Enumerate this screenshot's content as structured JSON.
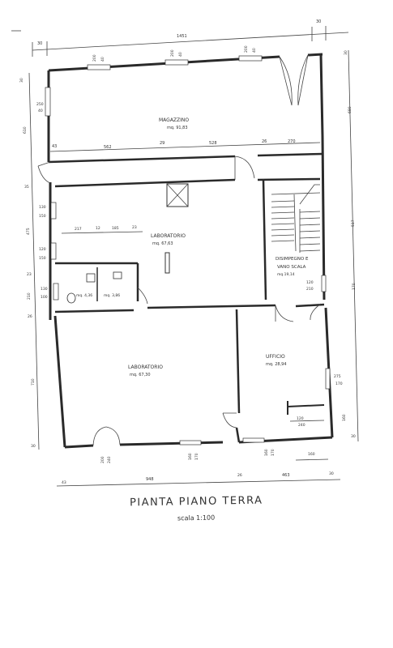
{
  "title": "PIANTA PIANO TERRA",
  "scale": "scala 1:100",
  "rooms": [
    {
      "name": "MAGAZZINO",
      "area": "mq. 91,83"
    },
    {
      "name": "LABORATORIO",
      "area": "mq. 67,63"
    },
    {
      "name": "DISIMPEGNO E",
      "name2": "VANO SCALA",
      "area": "mq.19,14"
    },
    {
      "name": "LABORATORIO",
      "area": "mq. 67,30"
    },
    {
      "name": "UFFICIO",
      "area": "mq. 28,94"
    },
    {
      "area": "mq. 4,36"
    },
    {
      "area": "mq. 3,86"
    }
  ],
  "dims": {
    "top_total": "1451",
    "top_30a": "30",
    "top_30b": "30",
    "win_a": "200",
    "win_b": "40",
    "row_562": "562",
    "row_29": "29",
    "row_528": "528",
    "row_26": "26",
    "row_270": "270",
    "row_43": "43",
    "lab_217": "217",
    "lab_12": "12",
    "lab_185": "185",
    "lab_23": "23",
    "left_610": "610",
    "left_475": "475",
    "left_23": "23",
    "left_210": "210",
    "left_26": "26",
    "left_710": "710",
    "left_30": "30",
    "left_35": "35",
    "w_130": "130",
    "w_150": "150",
    "w_120": "120",
    "w_100": "100",
    "w_250": "250",
    "w_40": "40",
    "right_680": "680",
    "right_517": "517",
    "right_170": "170",
    "right_160": "160",
    "right_30": "30",
    "off_275": "275",
    "off_170": "170",
    "off_120": "120",
    "off_240": "240",
    "dis_120": "120",
    "dis_210": "210",
    "bot_948": "948",
    "bot_26": "26",
    "bot_463": "463",
    "bot_30": "30",
    "bot_43": "43",
    "bot_160": "160",
    "door_200": "200",
    "door_240": "240",
    "win_160": "160",
    "win_170": "170",
    "top_30c": "30"
  }
}
